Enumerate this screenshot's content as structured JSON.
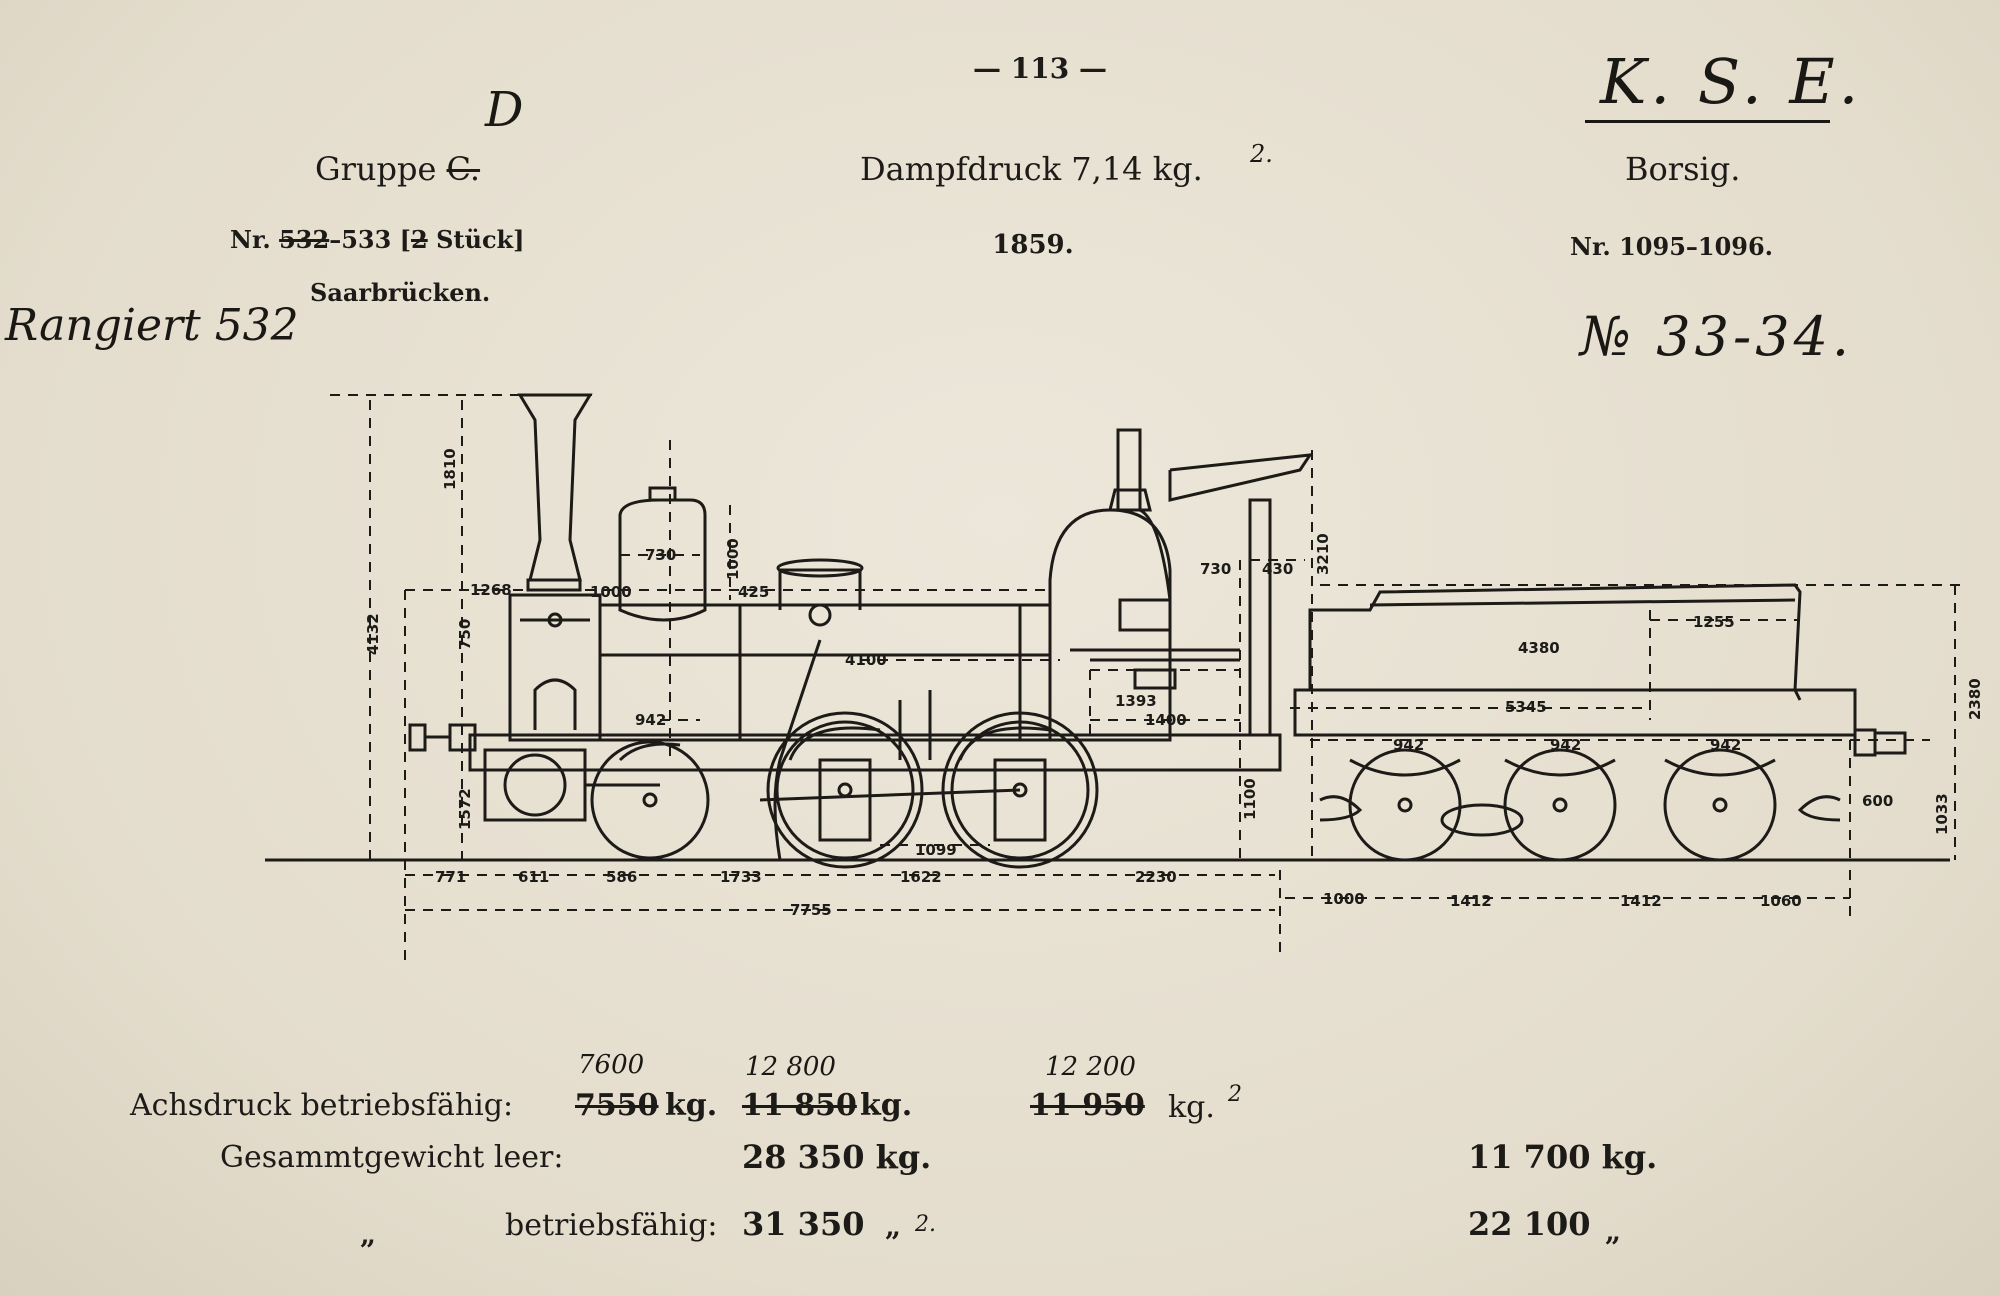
{
  "header": {
    "page_number": "— 113 —",
    "handwritten_mark": "K. S. E.",
    "group_label": "Gruppe",
    "group_printed": "C.",
    "group_handwritten": "D",
    "numbers_prefix": "Nr.",
    "numbers_struck": "532",
    "numbers_rest": "–533 [",
    "numbers_count_struck": "2",
    "numbers_suffix": " Stück]",
    "location": "Saarbrücken.",
    "handwritten_left": "Rangiert 532",
    "steam_pressure": "Dampfdruck 7,14 kg.",
    "steam_pressure_note": "2.",
    "year": "1859.",
    "builder": "Borsig.",
    "builder_numbers": "Nr. 1095–1096.",
    "handwritten_right": "№ 33-34."
  },
  "dimensions": {
    "chimney_height": "1810",
    "total_height": "4132",
    "dome_width": "730",
    "dome_height": "1000",
    "smokebox_offset": "1268",
    "dome_offset": "1000",
    "sandbox_width": "425",
    "smokebox_height": "750",
    "boiler_length": "4100",
    "frame_942": "942",
    "axle_height": "1572",
    "firebox_1393": "1393",
    "firebox_1400": "1400",
    "cab_730": "730",
    "cab_430": "430",
    "cab_height": "3210",
    "buffer_height": "1100",
    "wheel_1099": "1099",
    "base_771": "771",
    "base_611": "611",
    "base_586": "586",
    "base_1733": "1733",
    "base_1622": "1622",
    "base_2230": "2230",
    "loco_length": "7755",
    "tender_4380": "4380",
    "tender_1255": "1255",
    "tender_5345": "5345",
    "tender_942a": "942",
    "tender_942b": "942",
    "tender_942c": "942",
    "tender_height": "2380",
    "tender_1033": "1033",
    "tender_600": "600",
    "tender_1000": "1000",
    "tender_1412a": "1412",
    "tender_1412b": "1412",
    "tender_1060": "1060"
  },
  "table": {
    "axle_label": "Achsdruck betriebsfähig:",
    "axle_v1_old": "7550",
    "axle_v1_new": "7600",
    "axle_v2_old": "11 850",
    "axle_v2_new": "12 800",
    "axle_v3_old": "11 950",
    "axle_v3_new": "12 200",
    "unit_kg": "kg.",
    "unit_kg_2": "kg.",
    "unit_kg_3": "kg.",
    "hand_2": "2",
    "weight_label": "Gesammtgewicht leer:",
    "weight_loco_empty": "28 350 kg.",
    "weight_tender_empty": "11 700 kg.",
    "ditto": "„",
    "ready_label": "betriebsfähig:",
    "weight_loco_ready": "31 350",
    "ready_unit": "„",
    "ready_hand": "2.",
    "weight_tender_ready": "22 100",
    "ditto_end": "„"
  }
}
